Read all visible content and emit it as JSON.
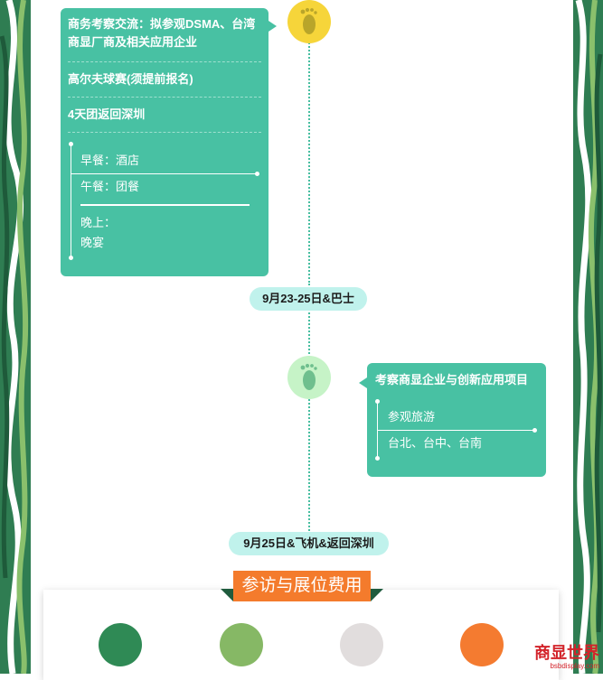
{
  "timeline": {
    "day3_card": {
      "item1_label": "商务考察交流：",
      "item1_text": "拟参观DSMA、台湾商显厂商及相关应用企业",
      "item2": "高尔夫球赛(须提前报名)",
      "item3": "4天团返回深圳",
      "meals": {
        "breakfast": "早餐：酒店",
        "lunch": "午餐：团餐",
        "evening_label": "晚上：",
        "evening_value": "晚宴"
      }
    },
    "date_pill_1": "9月23-25日&巴士",
    "day4_card": {
      "title": "考察商显企业与创新应用项目",
      "activity": "参观旅游",
      "cities": "台北、台中、台南"
    },
    "date_pill_2": "9月25日&飞机&返回深圳"
  },
  "fees": {
    "title": "参访与展位费用",
    "circles": [
      {
        "color": "#2f8a55"
      },
      {
        "color": "#86b865"
      },
      {
        "color": "#e1dddd"
      },
      {
        "color": "#f47b30"
      }
    ]
  },
  "colors": {
    "accent_teal": "#48c1a3",
    "pill_bg": "#c0f2ec",
    "foot_yellow": "#f6d53a",
    "foot_green": "#c6f3c7",
    "banner_orange": "#f47b2c",
    "border_green": "#2f7d52"
  },
  "watermark": {
    "logo": "商显世界",
    "url": "bsbdisplay.com"
  }
}
